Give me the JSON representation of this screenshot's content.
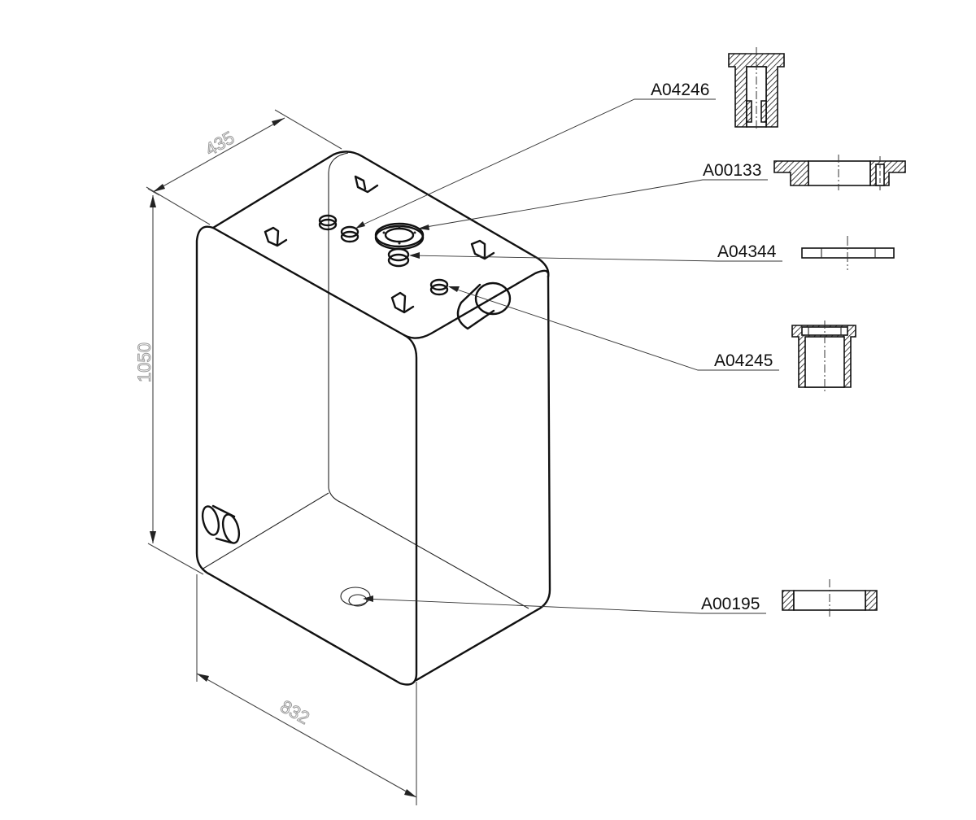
{
  "dimensions": {
    "depth": "435",
    "height": "1050",
    "width": "832"
  },
  "part_labels": [
    {
      "code": "A04246"
    },
    {
      "code": "A00133"
    },
    {
      "code": "A04344"
    },
    {
      "code": "A04245"
    },
    {
      "code": "A00195"
    }
  ]
}
